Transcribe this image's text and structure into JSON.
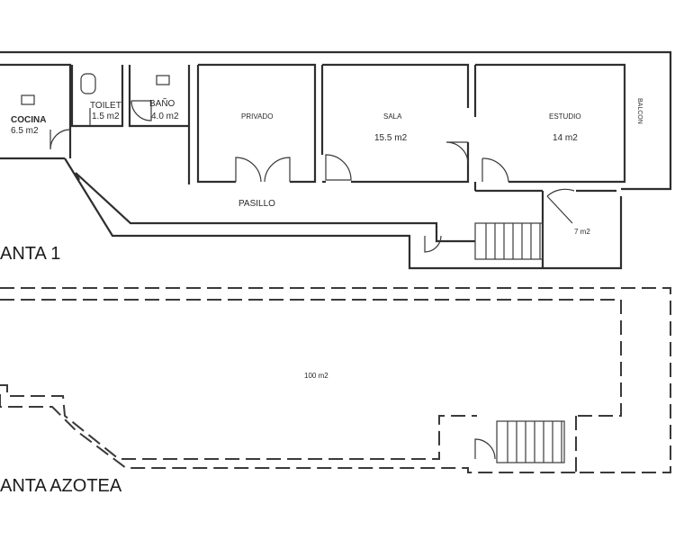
{
  "floor_titles": {
    "planta1": "ANTA 1",
    "azotea": "ANTA AZOTEA"
  },
  "rooms": {
    "cocina": {
      "name": "COCINA",
      "area": "6.5 m2"
    },
    "toilet": {
      "name": "TOILET",
      "area": "1.5 m2"
    },
    "bano": {
      "name": "BAÑO",
      "area": "4.0 m2"
    },
    "privado": {
      "name": "PRIVADO"
    },
    "sala": {
      "name": "SALA",
      "area": "15.5 m2"
    },
    "estudio": {
      "name": "ESTUDIO",
      "area": "14 m2"
    },
    "balcon": {
      "name": "BALCON"
    },
    "pasillo": {
      "name": "PASILLO"
    },
    "small_room": {
      "area": "7 m2"
    },
    "azotea": {
      "area": "100 m2"
    }
  },
  "colors": {
    "wall": "#2e2e2e",
    "background": "#ffffff"
  }
}
